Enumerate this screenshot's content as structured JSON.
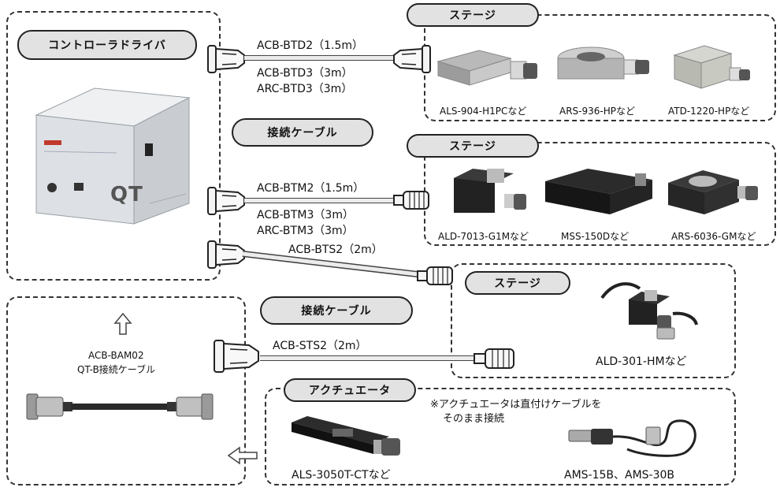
{
  "controller": {
    "title": "コントローラドライバ",
    "logo": "QT"
  },
  "cable_section_1": {
    "title": "接続ケーブル"
  },
  "cable_section_2": {
    "title": "接続ケーブル"
  },
  "btd": {
    "line1": "ACB-BTD2（1.5m）",
    "line2": "ACB-BTD3（3m）",
    "line3": "ARC-BTD3（3m）"
  },
  "btm": {
    "line1": "ACB-BTM2（1.5m）",
    "line2": "ACB-BTM3（3m）",
    "line3": "ARC-BTM3（3m）"
  },
  "bts": {
    "label": "ACB-BTS2（2m）"
  },
  "sts": {
    "label": "ACB-STS2（2m）"
  },
  "stage1": {
    "title": "ステージ",
    "products": [
      "ALS-904-H1PCなど",
      "ARS-936-HPなど",
      "ATD-1220-HPなど"
    ]
  },
  "stage2": {
    "title": "ステージ",
    "products": [
      "ALD-7013-G1Mなど",
      "MSS-150Dなど",
      "ARS-6036-GMなど"
    ]
  },
  "stage3": {
    "title": "ステージ",
    "products": [
      "ALD-301-HMなど"
    ]
  },
  "actuator": {
    "title": "アクチュエータ",
    "note_line1": "※アクチュエータは直付けケーブルを",
    "note_line2": "そのまま接続",
    "products": [
      "ALS-3050T-CTなど",
      "AMS-15B、AMS-30B"
    ]
  },
  "bam": {
    "line1": "ACB-BAM02",
    "line2": "QT-B接続ケーブル"
  }
}
